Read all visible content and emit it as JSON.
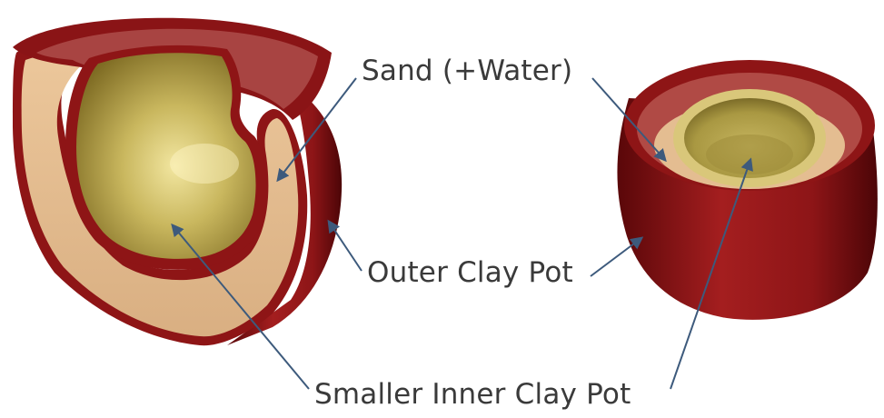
{
  "labels": {
    "sand": "Sand (+Water)",
    "outer_pot": "Outer Clay Pot",
    "inner_pot": "Smaller Inner Clay Pot"
  },
  "colors": {
    "clay": "#8e1516",
    "clay_dark": "#5e0a0c",
    "clay_light": "#b02a2a",
    "sand": "#e3bb8f",
    "inner_pot_surface": "#c8b65c",
    "inner_pot_dark": "#8f7e2e",
    "arrow": "#3d5a7c",
    "label_text": "#3a3a3a"
  }
}
